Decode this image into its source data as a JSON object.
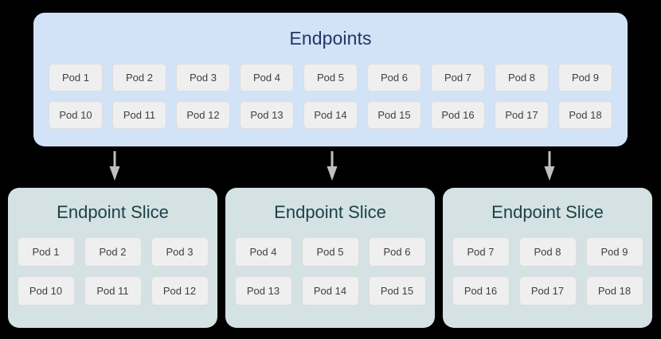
{
  "diagram": {
    "title_semantic": "kubernetes-endpoints-to-endpointslices",
    "colors": {
      "background": "#000000",
      "endpoints_panel_fill": "#d2e3f7",
      "endpoints_title_text": "#1f3864",
      "slice_panel_fill": "#d4e2e4",
      "slice_title_text": "#1c4248",
      "pod_chip_fill": "#efeff0",
      "pod_chip_border": "#dcdcde",
      "pod_chip_text": "#3c4043",
      "arrow": "#c0c0c0"
    }
  },
  "endpoints": {
    "title": "Endpoints",
    "rows": [
      [
        "Pod 1",
        "Pod 2",
        "Pod 3",
        "Pod 4",
        "Pod 5",
        "Pod 6",
        "Pod 7",
        "Pod 8",
        "Pod 9"
      ],
      [
        "Pod 10",
        "Pod 11",
        "Pod 12",
        "Pod 13",
        "Pod 14",
        "Pod 15",
        "Pod 16",
        "Pod 17",
        "Pod 18"
      ]
    ]
  },
  "arrows": [
    {
      "name": "arrow-to-slice-1",
      "direction": "down"
    },
    {
      "name": "arrow-to-slice-2",
      "direction": "down"
    },
    {
      "name": "arrow-to-slice-3",
      "direction": "down"
    }
  ],
  "slices": [
    {
      "title": "Endpoint Slice",
      "rows": [
        [
          "Pod 1",
          "Pod 2",
          "Pod 3"
        ],
        [
          "Pod 10",
          "Pod 11",
          "Pod 12"
        ]
      ]
    },
    {
      "title": "Endpoint Slice",
      "rows": [
        [
          "Pod 4",
          "Pod 5",
          "Pod 6"
        ],
        [
          "Pod 13",
          "Pod 14",
          "Pod 15"
        ]
      ]
    },
    {
      "title": "Endpoint Slice",
      "rows": [
        [
          "Pod 7",
          "Pod 8",
          "Pod 9"
        ],
        [
          "Pod 16",
          "Pod 17",
          "Pod 18"
        ]
      ]
    }
  ]
}
